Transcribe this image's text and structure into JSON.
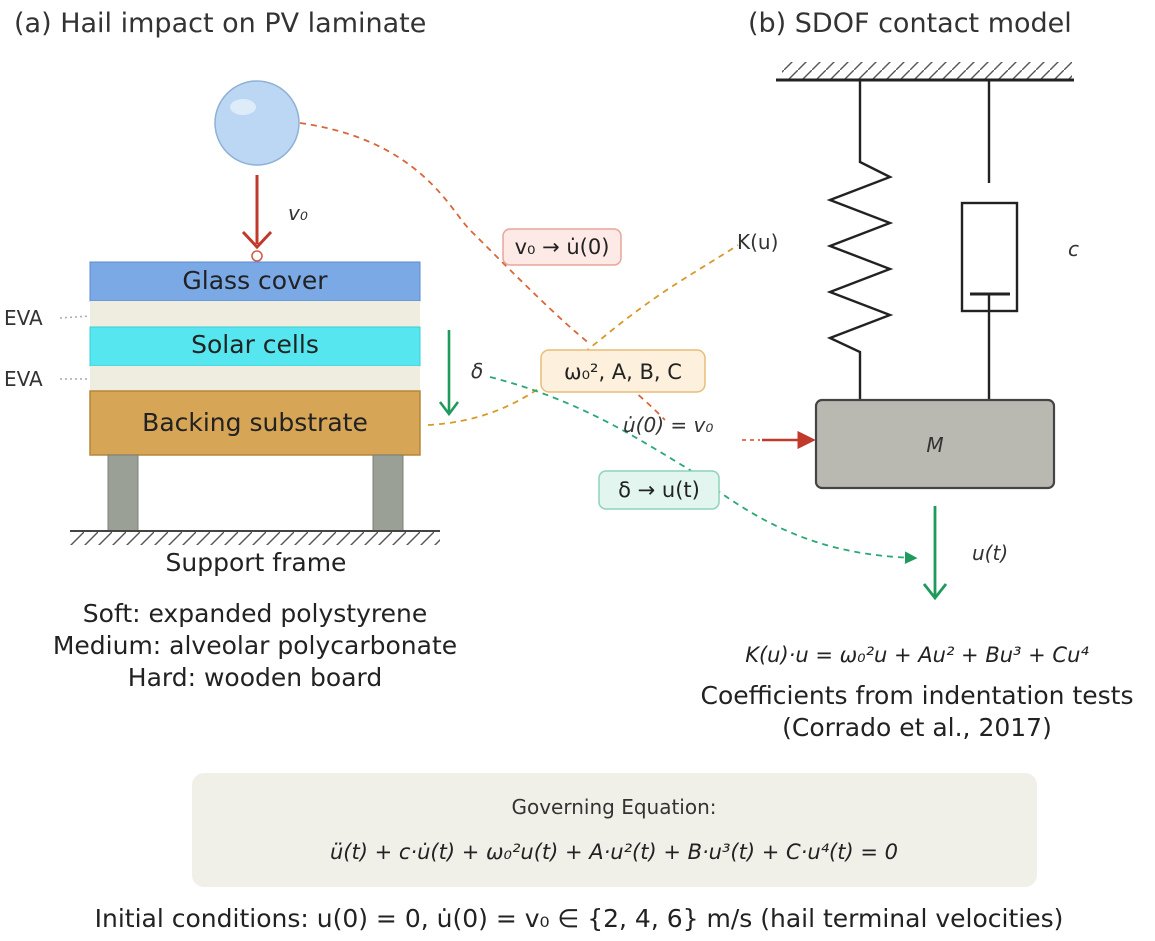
{
  "panel_a": {
    "title": "(a) Hail impact on PV laminate",
    "v0_label": "v₀",
    "layers": {
      "glass": "Glass cover",
      "eva1": "EVA",
      "cells": "Solar cells",
      "eva2": "EVA",
      "backing": "Backing substrate"
    },
    "delta_label": "δ",
    "support_label": "Support frame",
    "substrates": [
      "Soft: expanded polystyrene",
      "Medium: alveolar polycarbonate",
      "Hard: wooden board"
    ],
    "colors": {
      "glass": "#7aa9e6",
      "eva": "#efece0",
      "cells": "#56e6ef",
      "backing": "#d6a556",
      "hail": "#b9d6f2"
    }
  },
  "mapping": {
    "velocity_box": "v₀ → u̇(0)",
    "stiffness_label": "K(u)",
    "coeff_box": "ω₀², A, B, C",
    "initial_velocity": "u̇(0) = v₀",
    "displacement_box": "δ → u(t)"
  },
  "panel_b": {
    "title": "(b) SDOF contact model",
    "damper_label": "c",
    "mass_label": "M",
    "displacement_label": "u(t)",
    "stiffness_equation": "K(u)·u = ω₀²u + Au² + Bu³ + Cu⁴",
    "coeff_note": "Coefficients from indentation tests",
    "citation": "(Corrado et al., 2017)"
  },
  "governing": {
    "title": "Governing Equation:",
    "equation": "ü(t) + c·u̇(t) + ω₀²u(t) + A·u²(t) + B·u³(t) + C·u⁴(t) = 0"
  },
  "initial_conditions": "Initial conditions: u(0) = 0, u̇(0) = v₀ ∈ {2, 4, 6} m/s (hail terminal velocities)"
}
